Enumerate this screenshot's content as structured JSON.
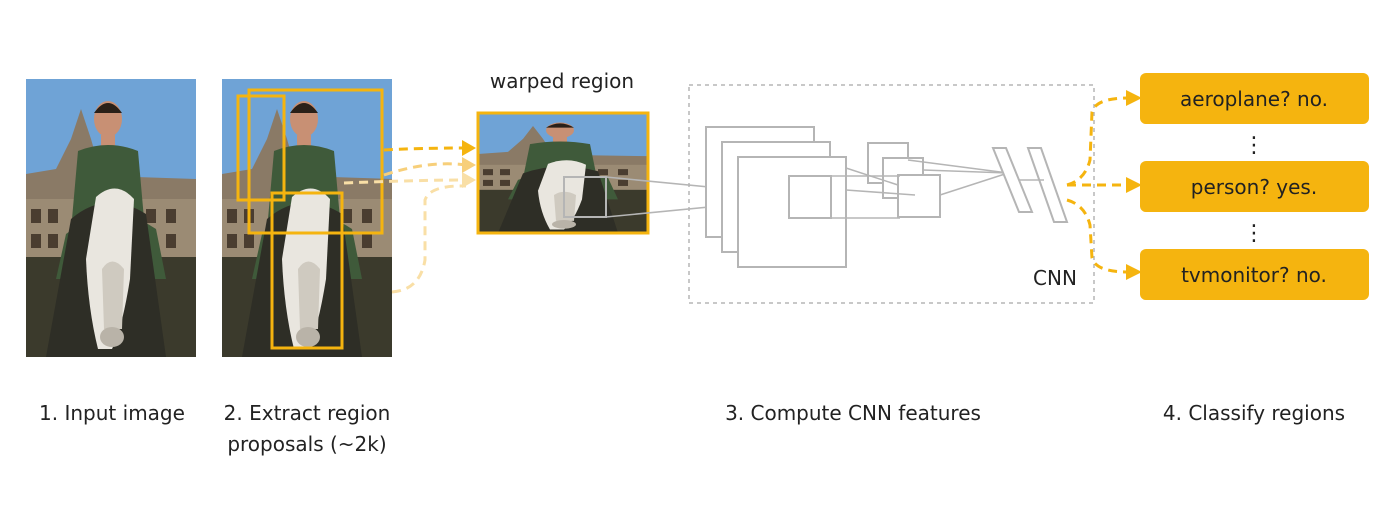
{
  "colors": {
    "accent": "#f5b40f",
    "gray": "#b5b5b5",
    "sky": "#6fa3d6"
  },
  "stages": {
    "input": "1. Input image",
    "proposals_line1": "2. Extract region",
    "proposals_line2": "proposals (~2k)",
    "cnn": "3. Compute CNN features",
    "classify": "4. Classify regions"
  },
  "warped_label": "warped region",
  "cnn_label": "CNN",
  "classes": [
    "aeroplane? no.",
    "person? yes.",
    "tvmonitor? no."
  ],
  "ellipsis": "⋮"
}
